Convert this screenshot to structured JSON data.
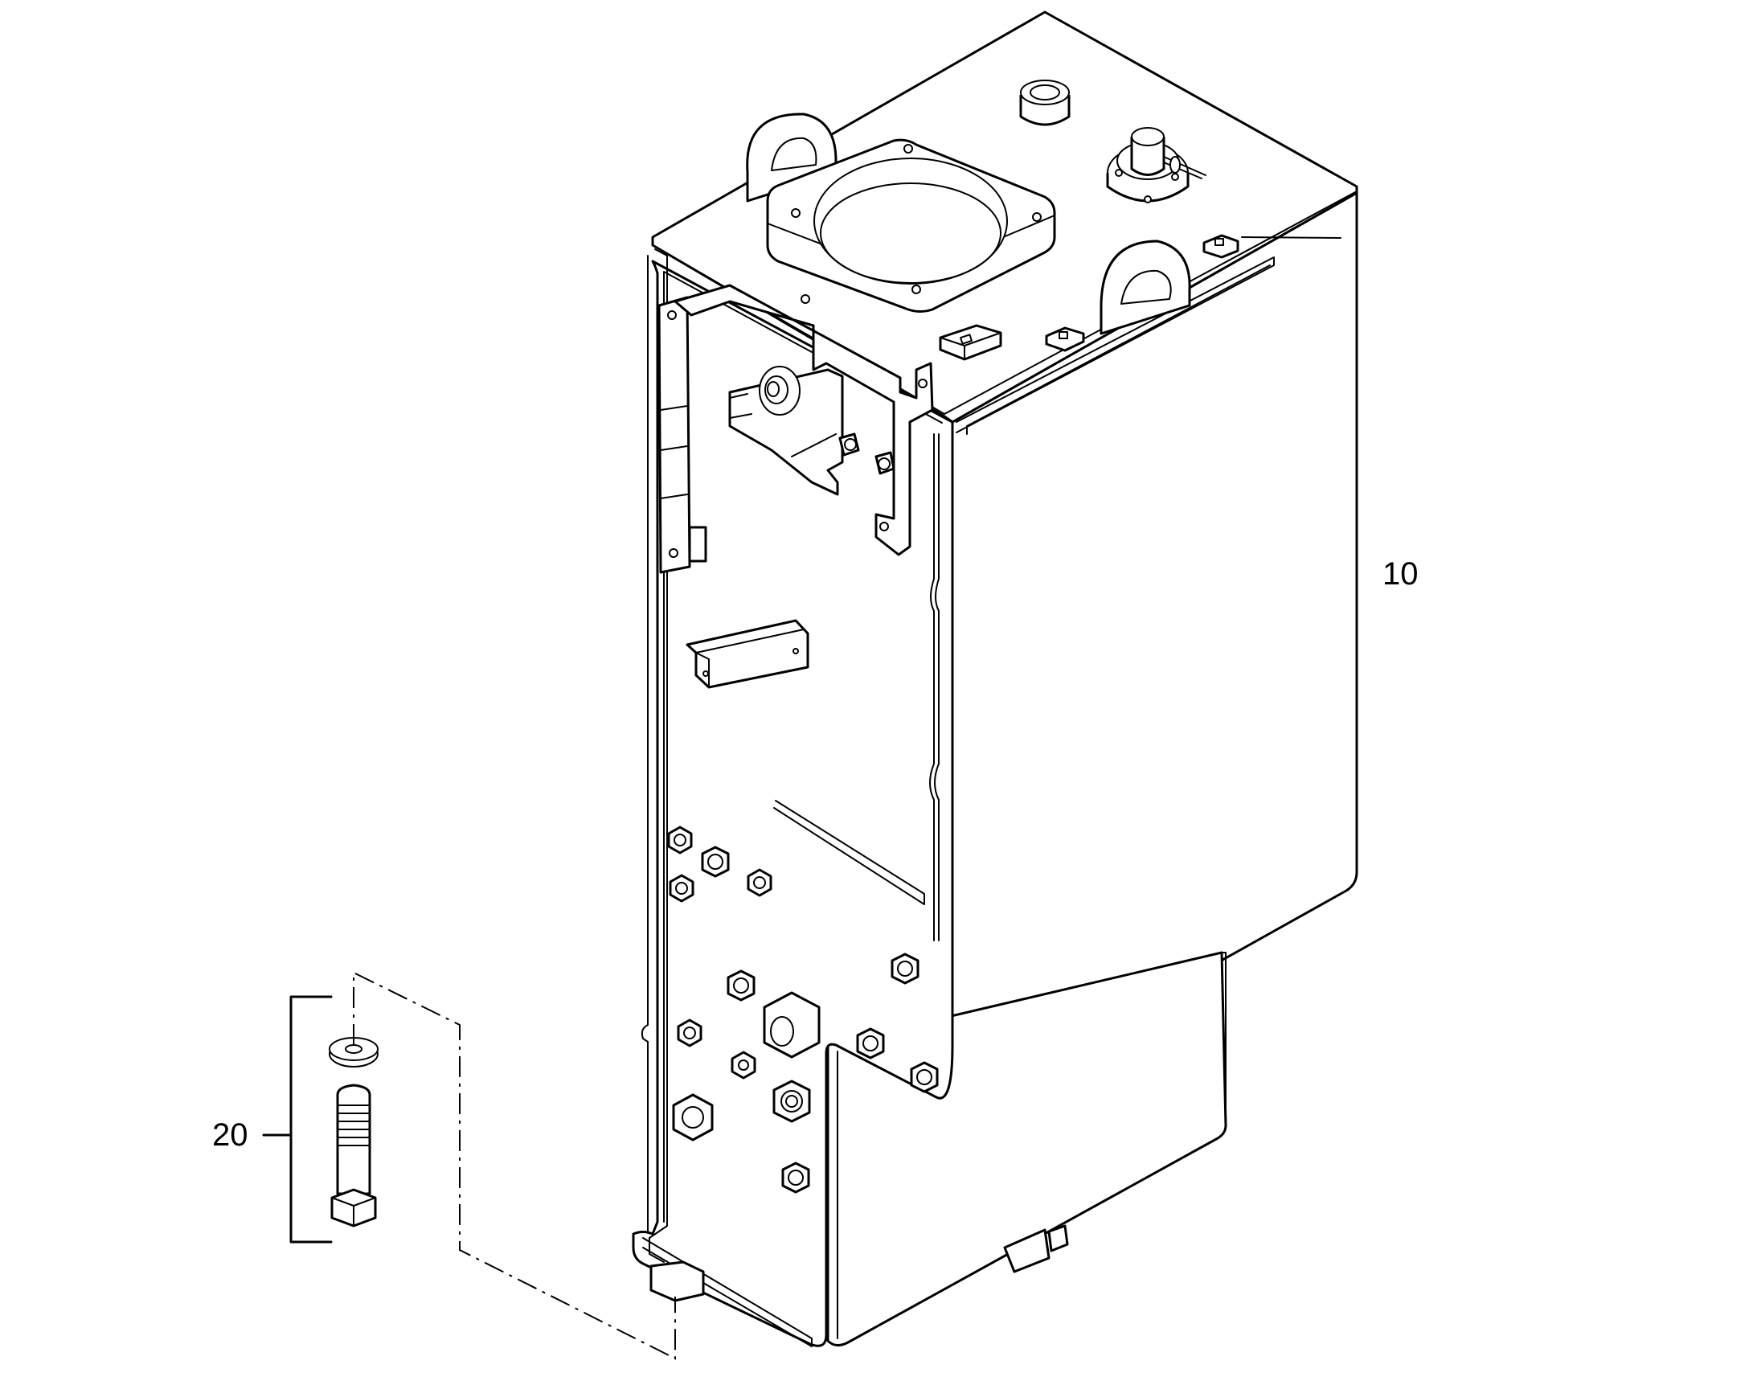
{
  "callouts": {
    "part_10": "10",
    "part_20": "20"
  },
  "parts": [
    {
      "callout": "10",
      "icon": "hydraulic-tank"
    },
    {
      "callout": "20",
      "icon": "bolt-and-washer"
    }
  ]
}
